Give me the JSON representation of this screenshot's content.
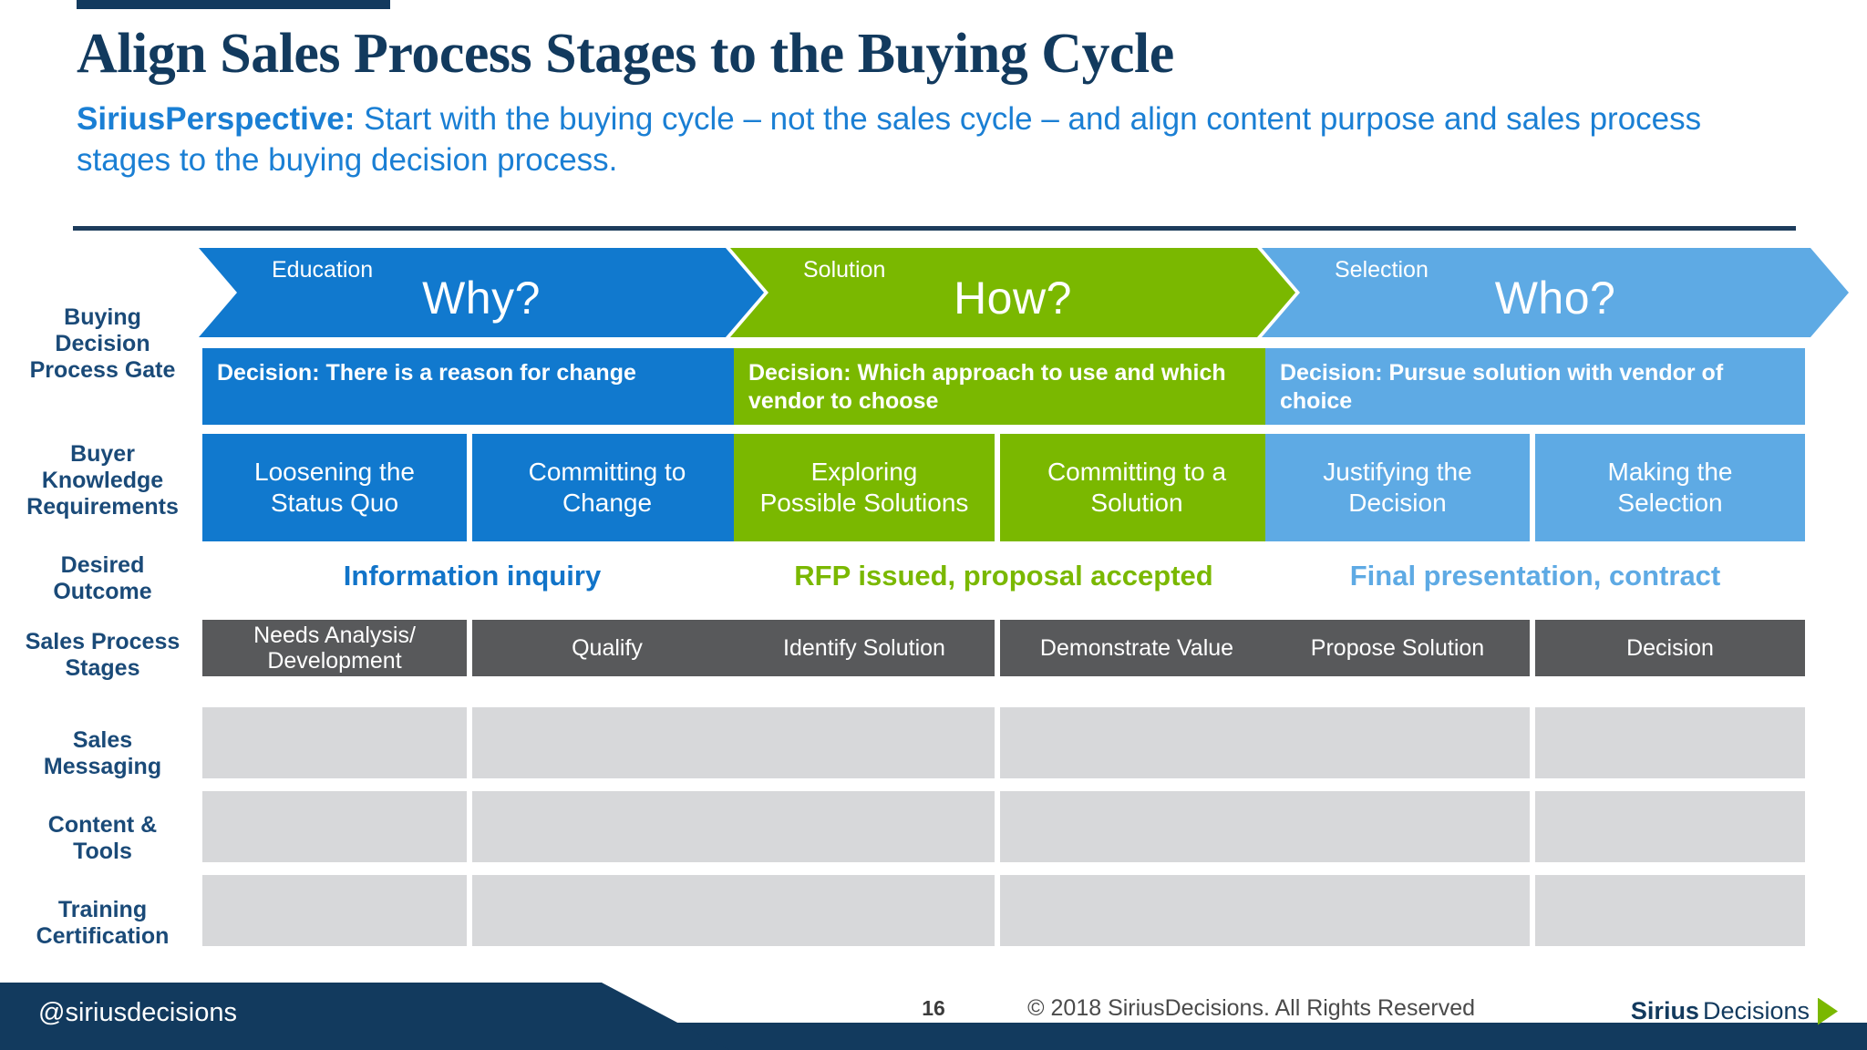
{
  "header": {
    "title": "Align Sales Process Stages to the Buying Cycle",
    "perspective_label": "SiriusPerspective:",
    "perspective_text": " Start with the buying cycle – not the sales cycle – and align content purpose and sales process stages to the buying decision process."
  },
  "colors": {
    "navy": "#123a5e",
    "blue_dark": "#1179ce",
    "green": "#7ab800",
    "blue_light": "#5eaae4",
    "gray_stage": "#58595b",
    "gray_empty": "#d7d8da",
    "label_navy": "#1a4a78",
    "link_blue": "#1a7fd4"
  },
  "row_labels": [
    {
      "id": "buying-decision-process-gate",
      "text": "Buying\nDecision\nProcess Gate"
    },
    {
      "id": "buyer-knowledge-requirements",
      "text": "Buyer\nKnowledge\nRequirements"
    },
    {
      "id": "desired-outcome",
      "text": "Desired\nOutcome"
    },
    {
      "id": "sales-process-stages",
      "text": "Sales Process\nStages"
    },
    {
      "id": "sales-messaging",
      "text": "Sales\nMessaging"
    },
    {
      "id": "content-and-tools",
      "text": "Content &\nTools"
    },
    {
      "id": "training-certification",
      "text": "Training\nCertification"
    }
  ],
  "phases": [
    {
      "id": "why",
      "small_label": "Education",
      "big_label": "Why?",
      "color": "#1179ce",
      "decision": "Decision: There is a reason for change",
      "knowledge": [
        "Loosening the\nStatus Quo",
        "Committing to\nChange"
      ],
      "outcome": "Information inquiry",
      "outcome_color": "#1174c9",
      "stages": [
        "Needs Analysis/\nDevelopment",
        "Qualify"
      ]
    },
    {
      "id": "how",
      "small_label": "Solution",
      "big_label": "How?",
      "color": "#7ab800",
      "decision": "Decision: Which approach to use and which vendor to choose",
      "knowledge": [
        "Exploring\nPossible Solutions",
        "Committing to a\nSolution"
      ],
      "outcome": "RFP issued, proposal accepted",
      "outcome_color": "#7ab800",
      "stages": [
        "Identify Solution",
        "Demonstrate Value"
      ]
    },
    {
      "id": "who",
      "small_label": "Selection",
      "big_label": "Who?",
      "color": "#5eaae4",
      "decision": "Decision: Pursue solution with vendor of choice",
      "knowledge": [
        "Justifying the\nDecision",
        "Making the\nSelection"
      ],
      "outcome": "Final presentation, contract",
      "outcome_color": "#5eaae4",
      "stages": [
        "Propose Solution",
        "Decision"
      ]
    }
  ],
  "empty_rows": [
    "sales-messaging",
    "content-and-tools",
    "training-certification"
  ],
  "footer": {
    "handle": "@siriusdecisions",
    "page_number": "16",
    "copyright": "© 2018 SiriusDecisions. All Rights Reserved",
    "logo_part1": "Sirius",
    "logo_part2": "Decisions"
  }
}
